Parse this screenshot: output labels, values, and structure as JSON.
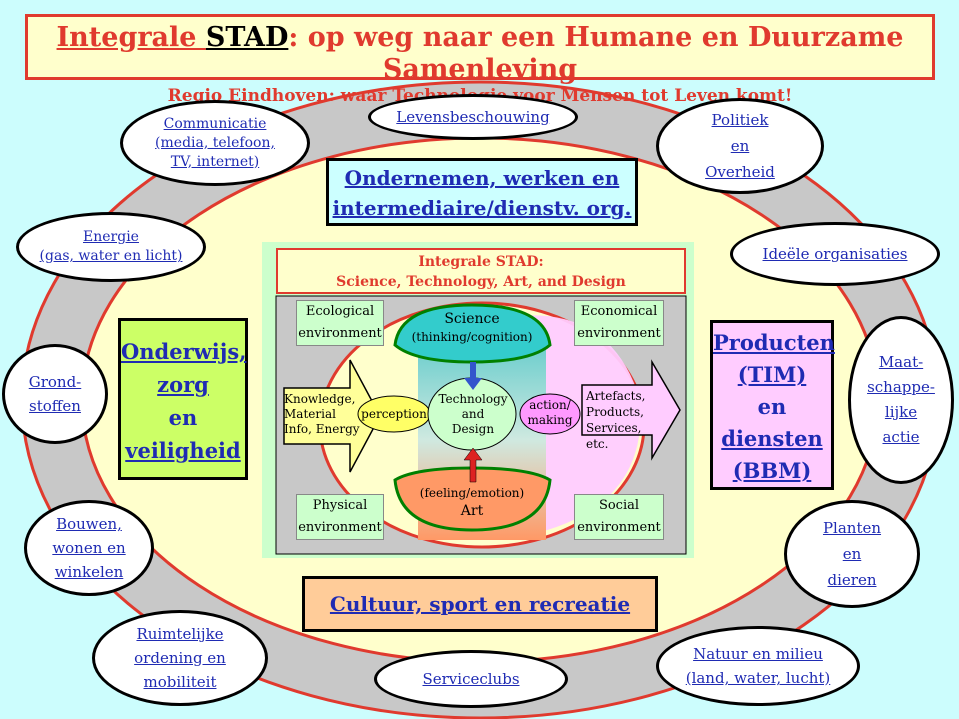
{
  "header": {
    "title_prefix": "Integrale ",
    "title_stad": "STAD",
    "title_rest": ": op weg naar een Humane en Duurzame Samenleving",
    "subtitle": "Regio Eindhoven: waar Technologie voor Mensen tot Leven komt!"
  },
  "ovals": {
    "levensbeschouwing": "Levensbeschouwing",
    "communicatie_1": "Communicatie",
    "communicatie_2": "(media, telefoon,",
    "communicatie_3": "TV,  internet)",
    "politiek_1": "Politiek",
    "politiek_2": "en",
    "politiek_3": "Overheid",
    "energie_1": "Energie",
    "energie_2": "(gas, water en licht)",
    "ideele": "Ideële organisaties",
    "grondstoffen_1": "Grond-",
    "grondstoffen_2": "stoffen",
    "maatschappelijk_1": "Maat-",
    "maatschappelijk_2": "schappe-",
    "maatschappelijk_3": "lijke",
    "maatschappelijk_4": "actie",
    "bouwen_1": "Bouwen,",
    "bouwen_2": "wonen en",
    "bouwen_3": "winkelen",
    "planten_1": "Planten",
    "planten_2": "en",
    "planten_3": "dieren",
    "ruimtelijk_1": "Ruimtelijke",
    "ruimtelijk_2": "ordening en",
    "ruimtelijk_3": "mobiliteit",
    "serviceclubs": "Serviceclubs",
    "natuur_1": "Natuur en milieu",
    "natuur_2": "(land, water, lucht)"
  },
  "boxes": {
    "ondernemen_1": "Ondernemen, werken en",
    "ondernemen_2": "intermediaire/dienstv. org.",
    "onderwijs_1": "Onderwijs,",
    "onderwijs_2": "zorg",
    "onderwijs_3": "en",
    "onderwijs_4": "veiligheid",
    "producten_1": "Producten",
    "producten_2": "(TIM)",
    "producten_3": "en",
    "producten_4": "diensten",
    "producten_5": "(BBM)",
    "cultuur": "Cultuur, sport en recreatie"
  },
  "inner": {
    "title_1": "Integrale STAD:",
    "title_2": "Science, Technology, Art, and Design",
    "ecological_1": "Ecological",
    "ecological_2": "environment",
    "economical_1": "Economical",
    "economical_2": "environment",
    "physical_1": "Physical",
    "physical_2": "environment",
    "social_1": "Social",
    "social_2": "environment",
    "science": "Science",
    "science_sub": "(thinking/cognition)",
    "art": "Art",
    "art_sub": "(feeling/emotion)",
    "technology_1": "Technology",
    "technology_2": "and",
    "technology_3": "Design",
    "perception": "perception",
    "action_1": "action/",
    "action_2": "making",
    "knowledge_1": "Knowledge,",
    "knowledge_2": "Material",
    "knowledge_3": "Info, Energy",
    "artefacts_1": "Artefacts,",
    "artefacts_2": "Products,",
    "artefacts_3": "Services, etc."
  },
  "colors": {
    "background": "#ccfdfd",
    "ring": "#c8c8c8",
    "inner_ellipse": "#ffffcc",
    "header_red": "#e03a2e",
    "link_blue": "#1f2bb3",
    "green_box": "#ccff66",
    "pink_box": "#ffccff",
    "orange_box": "#ffcc99"
  }
}
